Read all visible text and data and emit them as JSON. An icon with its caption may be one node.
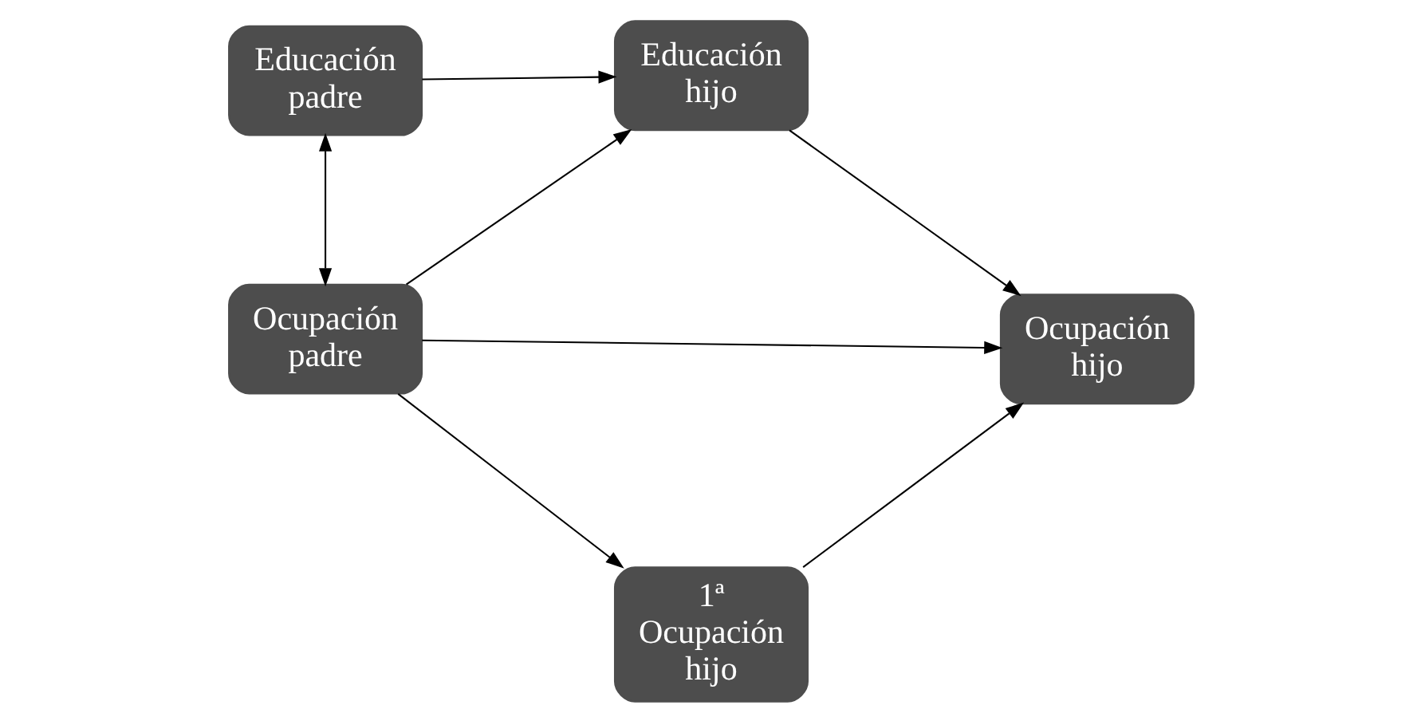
{
  "diagram": {
    "nodes": [
      {
        "text": [
          "Educación padre"
        ]
      },
      {
        "text": [
          "Educación hijo"
        ]
      },
      {
        "text": [
          "Ocupación hijo"
        ]
      },
      {
        "text": [
          "Ocupación padre"
        ]
      },
      {
        "text": [
          "1ª Ocupación hijo"
        ]
      }
    ],
    "edges": [
      {
        "from": 0,
        "to": 1,
        "arrow": "to"
      },
      {
        "from": 0,
        "to": 3,
        "arrow": "both"
      },
      {
        "from": 3,
        "to": 1,
        "arrow": "to"
      },
      {
        "from": 1,
        "to": 2,
        "arrow": "to"
      },
      {
        "from": 3,
        "to": 2,
        "arrow": "to"
      },
      {
        "from": 3,
        "to": 4,
        "arrow": "to"
      },
      {
        "from": 4,
        "to": 2,
        "arrow": "to"
      }
    ]
  }
}
